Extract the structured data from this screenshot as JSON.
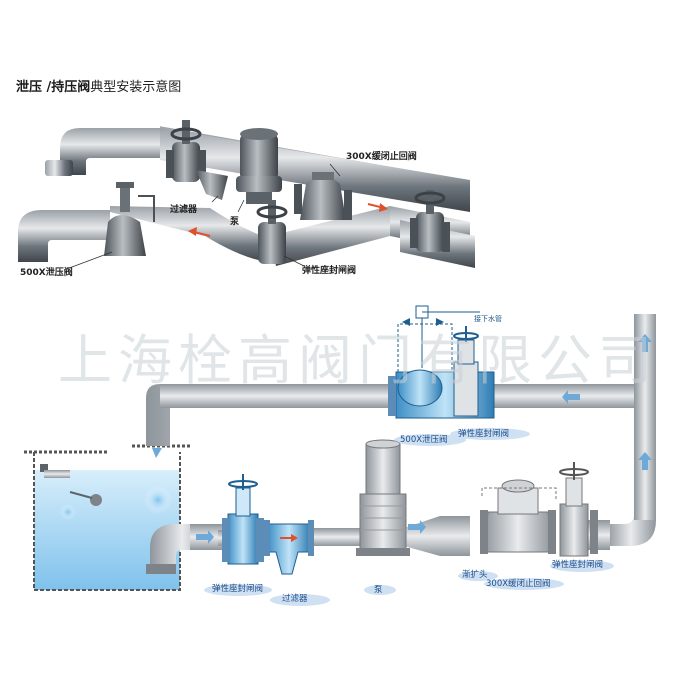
{
  "title": {
    "bold": "泄压 /持压阀",
    "rest": "典型安装示意图"
  },
  "watermark": "上海栓高阀门有限公司",
  "top_diagram": {
    "labels": {
      "check_valve": "300X缓闭止回阀",
      "filter": "过滤器",
      "pump": "泵",
      "relief_valve": "500X泄压阀",
      "gate_valve": "弹性座封闸阀"
    }
  },
  "bottom_diagram": {
    "labels": {
      "relief_valve": "500X泄压阀",
      "gate_valve_top": "弹性座封闸阀",
      "drain": "接下水管",
      "gate_valve_left": "弹性座封闸阀",
      "filter": "过滤器",
      "pump": "泵",
      "reducer": "渐扩头",
      "check_valve": "300X缓闭止回阀",
      "gate_valve_right": "弹性座封闸阀"
    }
  },
  "colors": {
    "pipe_dark": "#5c646b",
    "pipe_light": "#d7dadd",
    "water": "#bfe0f5",
    "arrow_red": "#e0502a",
    "label_shadow": "#a8c8e8"
  }
}
